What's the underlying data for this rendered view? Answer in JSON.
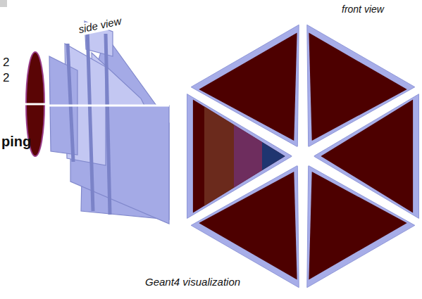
{
  "diagram": {
    "labels": [
      "side view",
      "front view",
      "2",
      "2",
      "ping",
      "Geant4 visualization"
    ]
  }
}
